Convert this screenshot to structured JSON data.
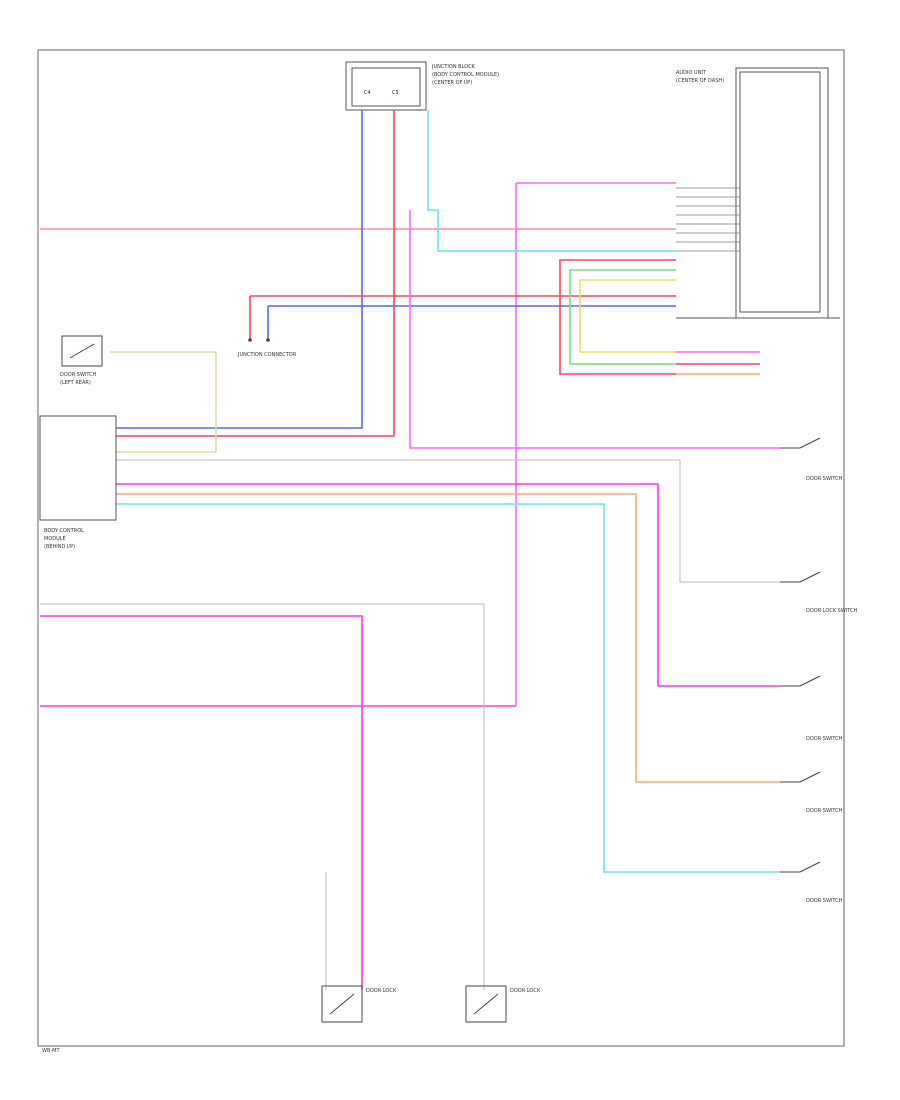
{
  "footer": {
    "code": "WB-MT"
  },
  "colors": {
    "pink": "#ff66ff",
    "magenta": "#ff33ff",
    "red": "#ff4455",
    "blue": "#5566ff",
    "purple": "#9966ff",
    "cyan": "#66e6ee",
    "green": "#77dd77",
    "yellow": "#eedd66",
    "orange": "#ffaa66",
    "gray": "#bbbbbb",
    "tan": "#e6d9a8"
  },
  "labels": {
    "top_connector_title": "JUNCTION BLOCK",
    "top_connector_sub1": "(BODY CONTROL MODULE)",
    "top_connector_sub2": "(CENTER OF I/P)",
    "top_pin1": "C4",
    "top_pin2": "C5",
    "right_module_title": "AUDIO UNIT",
    "right_module_sub": "(CENTER OF DASH)",
    "left_switch_title": "DOOR SWITCH",
    "left_switch_sub": "(LEFT REAR)",
    "ground_label": "JUNCTION CONNECTOR",
    "control_unit_title": "BODY CONTROL",
    "control_unit_sub1": "MODULE",
    "control_unit_sub2": "(BEHIND I/P)",
    "right_sw1": "DOOR SWITCH",
    "right_sw2": "DOOR LOCK SWITCH",
    "right_sw3": "DOOR SWITCH",
    "right_sw4": "DOOR SWITCH",
    "right_sw5": "DOOR SWITCH",
    "bottom_sw1": "DOOR LOCK",
    "bottom_sw2": "DOOR LOCK"
  }
}
